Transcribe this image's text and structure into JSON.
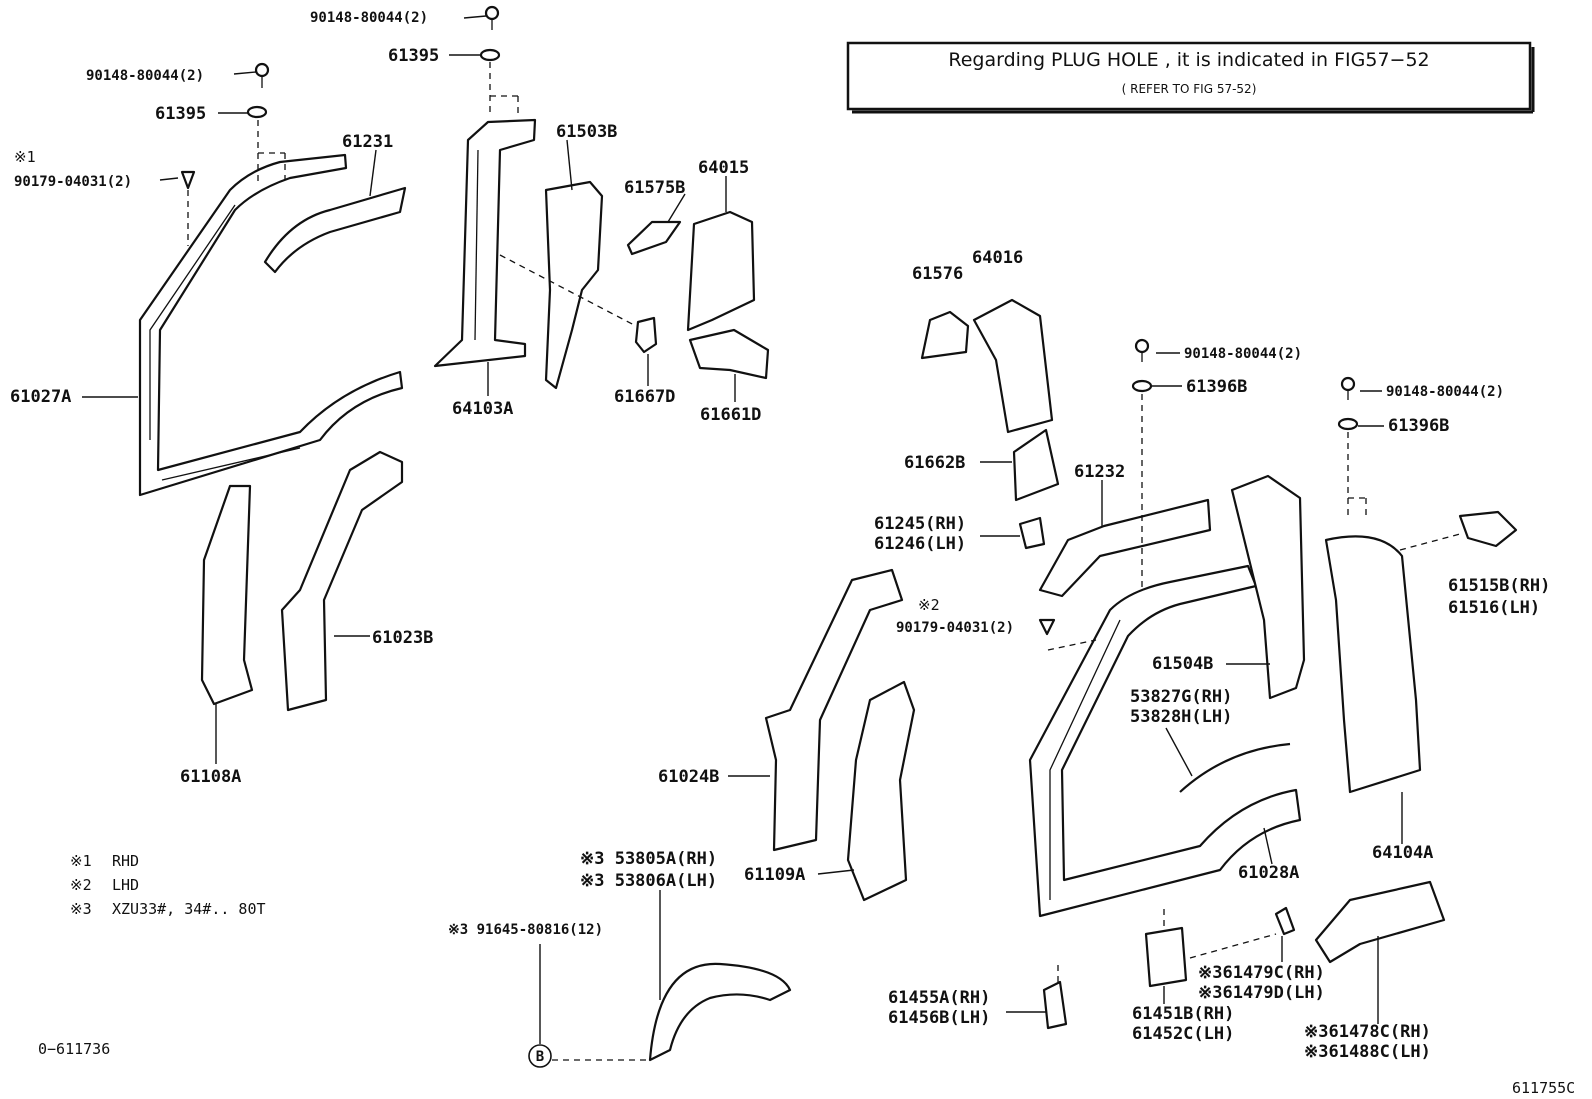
{
  "banner": {
    "main": "Regarding PLUG HOLE , it is indicated in FIG57−52",
    "sub": "( REFER TO FIG 57-52)"
  },
  "labels": [
    {
      "id": "l01",
      "text": "90148-80044(2)"
    },
    {
      "id": "l02",
      "text": "61395"
    },
    {
      "id": "l03",
      "text": "90148-80044(2)"
    },
    {
      "id": "l04",
      "text": "61395"
    },
    {
      "id": "l05",
      "text": "※1"
    },
    {
      "id": "l06",
      "text": "90179-04031(2)"
    },
    {
      "id": "l07",
      "text": "61231"
    },
    {
      "id": "l08",
      "text": "61027A"
    },
    {
      "id": "l09",
      "text": "61503B"
    },
    {
      "id": "l10",
      "text": "61575B"
    },
    {
      "id": "l11",
      "text": "64015"
    },
    {
      "id": "l12",
      "text": "64103A"
    },
    {
      "id": "l13",
      "text": "61667D"
    },
    {
      "id": "l14",
      "text": "61661D"
    },
    {
      "id": "l15",
      "text": "61023B"
    },
    {
      "id": "l16",
      "text": "61108A"
    },
    {
      "id": "l17",
      "text": "61576"
    },
    {
      "id": "l18",
      "text": "64016"
    },
    {
      "id": "l19",
      "text": "90148-80044(2)"
    },
    {
      "id": "l20",
      "text": "61396B"
    },
    {
      "id": "l21",
      "text": "90148-80044(2)"
    },
    {
      "id": "l22",
      "text": "61396B"
    },
    {
      "id": "l23",
      "text": "61662B"
    },
    {
      "id": "l24",
      "text": "61232"
    },
    {
      "id": "l25",
      "text": "61245(RH)"
    },
    {
      "id": "l26",
      "text": "61246(LH)"
    },
    {
      "id": "l27",
      "text": "61515B(RH)"
    },
    {
      "id": "l28",
      "text": "61516(LH)"
    },
    {
      "id": "l29",
      "text": "※2"
    },
    {
      "id": "l30",
      "text": "90179-04031(2)"
    },
    {
      "id": "l31",
      "text": "61504B"
    },
    {
      "id": "l32",
      "text": "53827G(RH)"
    },
    {
      "id": "l33",
      "text": "53828H(LH)"
    },
    {
      "id": "l34",
      "text": "61024B"
    },
    {
      "id": "l35",
      "text": "61109A"
    },
    {
      "id": "l36",
      "text": "64104A"
    },
    {
      "id": "l37",
      "text": "61028A"
    },
    {
      "id": "l38",
      "text": "※3 53805A(RH)"
    },
    {
      "id": "l39",
      "text": "※3 53806A(LH)"
    },
    {
      "id": "l40",
      "text": "※3 91645-80816(12)"
    },
    {
      "id": "l41",
      "text": "※361479C(RH)"
    },
    {
      "id": "l42",
      "text": "※361479D(LH)"
    },
    {
      "id": "l43",
      "text": "61455A(RH)"
    },
    {
      "id": "l44",
      "text": "61456B(LH)"
    },
    {
      "id": "l45",
      "text": "61451B(RH)"
    },
    {
      "id": "l46",
      "text": "61452C(LH)"
    },
    {
      "id": "l47",
      "text": "※361478C(RH)"
    },
    {
      "id": "l48",
      "text": "※361488C(LH)"
    },
    {
      "id": "l49",
      "text": "B"
    }
  ],
  "notes": [
    {
      "mark": "※1",
      "text": "RHD"
    },
    {
      "mark": "※2",
      "text": "LHD"
    },
    {
      "mark": "※3",
      "text": "XZU33#, 34#.. 80T"
    }
  ],
  "footer": {
    "left_code": "0−611736",
    "right_code": "611755C"
  }
}
